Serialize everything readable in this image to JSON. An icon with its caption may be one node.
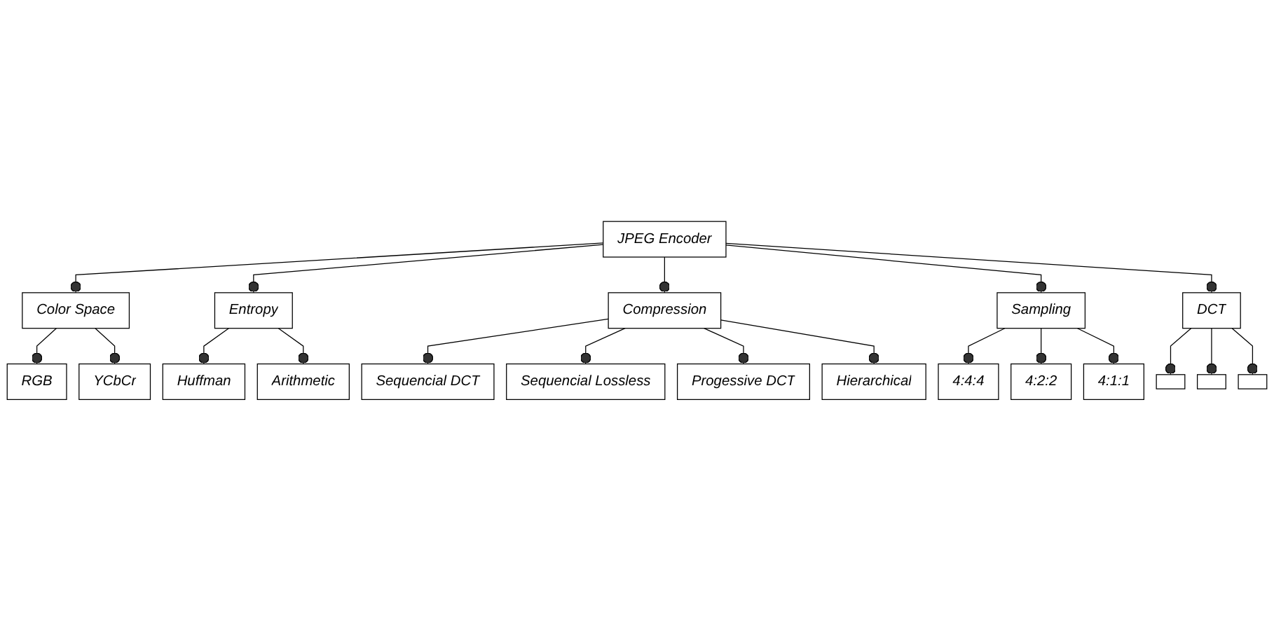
{
  "diagram": {
    "nodes": [
      {
        "text": [
          "JPEG Encoder"
        ]
      },
      {
        "text": [
          "Color Space"
        ]
      },
      {
        "text": [
          "Entropy"
        ]
      },
      {
        "text": [
          "Sampling"
        ]
      },
      {
        "text": [
          "DCT"
        ]
      },
      {
        "text": [
          "RGB"
        ]
      },
      {
        "text": [
          "YCbCr"
        ]
      },
      {
        "text": [
          "Huffman"
        ]
      },
      {
        "text": [
          "Arithmetic"
        ]
      },
      {
        "text": [
          "Compression"
        ]
      },
      {
        "text": [
          "4:4:4"
        ]
      },
      {
        "text": [
          "4:2:2"
        ]
      },
      {
        "text": [
          "4:1:1"
        ]
      },
      {
        "text": [],
        "shape": "box"
      },
      {
        "text": [],
        "shape": "box"
      },
      {
        "text": [],
        "shape": "box"
      },
      {
        "text": [
          "Sequencial DCT"
        ]
      },
      {
        "text": [
          "Hierarchical"
        ]
      },
      {
        "text": [
          "Sequencial Lossless"
        ]
      },
      {
        "text": [
          "Progessive DCT"
        ]
      }
    ],
    "edges": [
      {
        "from": 0,
        "to": 1,
        "arrow": "other"
      },
      {
        "from": 0,
        "to": 2,
        "arrow": "other"
      },
      {
        "from": 0,
        "to": 9,
        "arrow": "other"
      },
      {
        "from": 0,
        "to": 3,
        "arrow": "other"
      },
      {
        "from": 0,
        "to": 4,
        "arrow": "other"
      },
      {
        "from": 1,
        "to": 5,
        "arrow": "other"
      },
      {
        "from": 1,
        "to": 6,
        "arrow": "other"
      },
      {
        "from": 2,
        "to": 7,
        "arrow": "other"
      },
      {
        "from": 2,
        "to": 8,
        "arrow": "other"
      },
      {
        "from": 3,
        "to": 10,
        "arrow": "other"
      },
      {
        "from": 3,
        "to": 11,
        "arrow": "other"
      },
      {
        "from": 3,
        "to": 12,
        "arrow": "other"
      },
      {
        "from": 4,
        "to": 13,
        "arrow": "other"
      },
      {
        "from": 4,
        "to": 14,
        "arrow": "other"
      },
      {
        "from": 4,
        "to": 15,
        "arrow": "other"
      },
      {
        "from": 9,
        "to": 16,
        "arrow": "other"
      },
      {
        "from": 9,
        "to": 18,
        "arrow": "other"
      },
      {
        "from": 9,
        "to": 19,
        "arrow": "other"
      },
      {
        "from": 9,
        "to": 17,
        "arrow": "other"
      }
    ]
  }
}
